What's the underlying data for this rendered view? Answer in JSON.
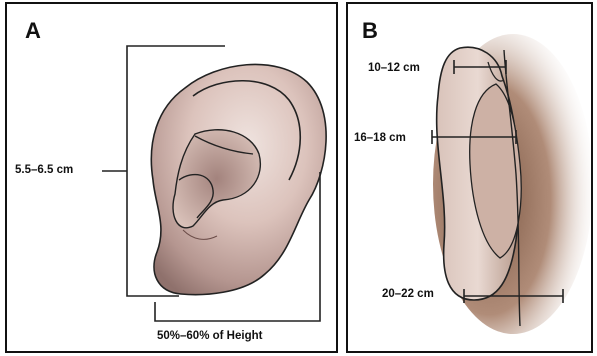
{
  "panel_a": {
    "letter": "A",
    "height_label": "5.5–6.5 cm",
    "width_label": "50%–60% of Height"
  },
  "panel_b": {
    "letter": "B",
    "label_top": "10–12 cm",
    "label_middle": "16–18 cm",
    "label_bottom": "20–22 cm"
  }
}
